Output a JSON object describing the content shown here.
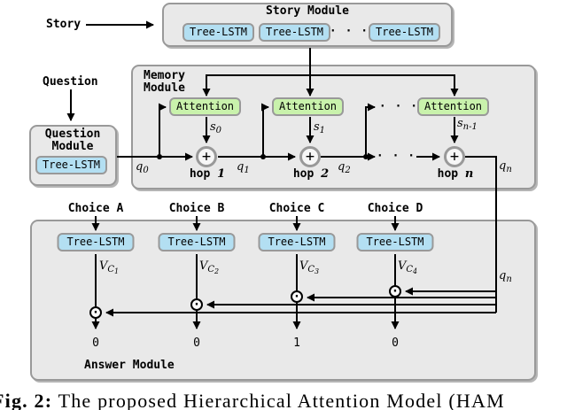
{
  "labels": {
    "story": "Story",
    "question": "Question"
  },
  "story_module": {
    "title": "Story Module",
    "units": [
      "Tree-LSTM",
      "Tree-LSTM",
      "Tree-LSTM"
    ],
    "ellipsis": "· · ·"
  },
  "question_module": {
    "title_lines": [
      "Question",
      "Module"
    ],
    "unit": "Tree-LSTM"
  },
  "memory_module": {
    "title_lines": [
      "Memory",
      "Module"
    ],
    "attention_units": [
      "Attention",
      "Attention",
      "Attention"
    ],
    "s_labels": [
      {
        "base": "s",
        "sub": "0"
      },
      {
        "base": "s",
        "sub": "1"
      },
      {
        "base": "s",
        "sub": "n-1"
      }
    ],
    "q_labels": [
      {
        "base": "q",
        "sub": "0"
      },
      {
        "base": "q",
        "sub": "1"
      },
      {
        "base": "q",
        "sub": "2"
      },
      {
        "base": "q",
        "sub": "n"
      }
    ],
    "hop_labels": [
      {
        "prefix": "hop ",
        "var": "1"
      },
      {
        "prefix": "hop ",
        "var": "2"
      },
      {
        "prefix": "hop ",
        "var": "n"
      }
    ],
    "plus_operator": "+",
    "ellipsis": "· · ·"
  },
  "answer_module": {
    "title": "Answer Module",
    "choice_labels": [
      "Choice A",
      "Choice B",
      "Choice C",
      "Choice D"
    ],
    "units": [
      "Tree-LSTM",
      "Tree-LSTM",
      "Tree-LSTM",
      "Tree-LSTM"
    ],
    "v_labels": [
      {
        "base": "V",
        "sub": "C",
        "subsub": "1"
      },
      {
        "base": "V",
        "sub": "C",
        "subsub": "2"
      },
      {
        "base": "V",
        "sub": "C",
        "subsub": "3"
      },
      {
        "base": "V",
        "sub": "C",
        "subsub": "4"
      }
    ],
    "outputs": [
      "0",
      "0",
      "1",
      "0"
    ],
    "qn_label": {
      "base": "q",
      "sub": "n"
    },
    "dot_operator": "·"
  },
  "caption": {
    "prefix": "Fig. 2:",
    "text": " The proposed Hierarchical Attention Model (HAM"
  },
  "colors": {
    "module_bg": "#e9e9e9",
    "module_border": "#999999",
    "tree_lstm_bg": "#b3dff2",
    "attention_bg": "#c9f2ac"
  }
}
